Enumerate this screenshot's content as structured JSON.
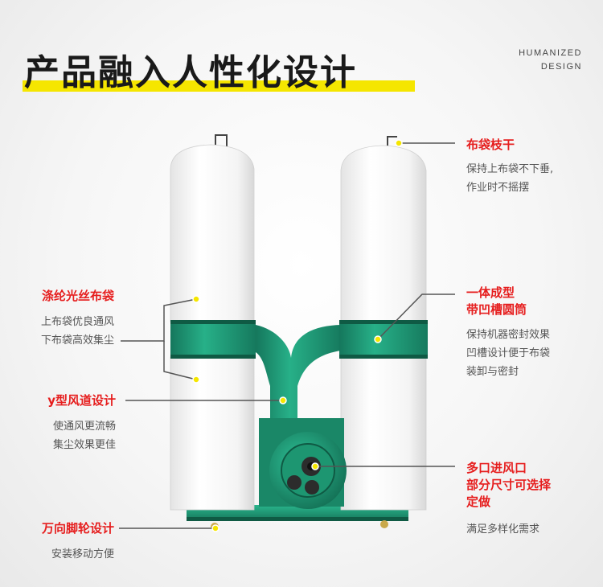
{
  "header": {
    "title": "产品融入人性化设计",
    "subtitle_lines": [
      "HUMANIZED",
      "DESIGN"
    ]
  },
  "colors": {
    "accent_red": "#e61e1e",
    "title_underline": "#f5e600",
    "machine_green": "#1f9e7a",
    "callout_dot": "#f5e600",
    "callout_line": "#555555"
  },
  "callouts": {
    "bag_rod": {
      "head": "布袋枝干",
      "desc": [
        "保持上布袋不下垂,",
        "作业时不摇摆"
      ]
    },
    "polyester_bag": {
      "head": "涤纶光丝布袋",
      "desc": [
        "上布袋优良通风",
        "下布袋高效集尘"
      ]
    },
    "integrated_cylinder": {
      "head_lines": [
        "一体成型",
        "带凹槽圆筒"
      ],
      "desc": [
        "保持机器密封效果",
        "凹槽设计便于布袋",
        "装卸与密封"
      ]
    },
    "y_duct": {
      "head": "y型风道设计",
      "desc": [
        "使通风更流畅",
        "集尘效果更佳"
      ]
    },
    "multi_inlet": {
      "head_lines": [
        "多口进风口",
        "部分尺寸可选择",
        "定做"
      ],
      "desc": [
        "满足多样化需求"
      ]
    },
    "caster_wheels": {
      "head": "万向脚轮设计",
      "desc": [
        "安装移动方便"
      ]
    }
  }
}
